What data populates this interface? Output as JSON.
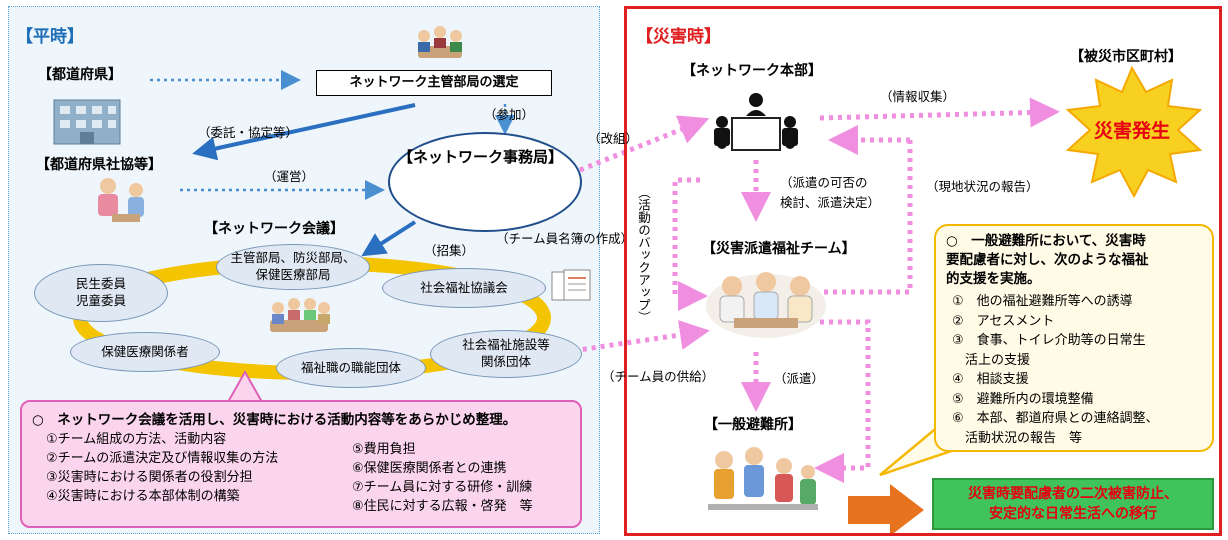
{
  "normal": {
    "title": "【平時】",
    "prefecture": "【都道府県】",
    "prefecture_council": "【都道府県社協等】",
    "selection_box": "ネットワーク主管部局の選定",
    "participation": "（参加）",
    "commission": "（委託・協定等）",
    "operation": "（運営）",
    "secretariat": "【ネットワーク事務局】",
    "network_meeting": "【ネットワーク会議】",
    "convene": "（招集）",
    "roster": "（チーム員名簿の作成）",
    "members": [
      {
        "line1": "民生委員",
        "line2": "児童委員"
      },
      {
        "line1": "主管部局、防災部局、",
        "line2": "保健医療部局"
      },
      {
        "line1": "社会福祉協議会",
        "line2": ""
      },
      {
        "line1": "保健医療関係者",
        "line2": ""
      },
      {
        "line1": "福祉職の職能団体",
        "line2": ""
      },
      {
        "line1": "社会福祉施設等",
        "line2": "関係団体"
      }
    ],
    "summary": {
      "heading": "○　ネットワーク会議を活用し、災害時における活動内容等をあらかじめ整理。",
      "left_items": [
        "①チーム組成の方法、活動内容",
        "②チームの派遣決定及び情報収集の方法",
        "③災害時における関係者の役割分担",
        "④災害時における本部体制の構築"
      ],
      "right_items": [
        "⑤費用負担",
        "⑥保健医療関係者との連携",
        "⑦チーム員に対する研修・訓練",
        "⑧住民に対する広報・啓発　等"
      ]
    }
  },
  "disaster": {
    "title": "【災害時】",
    "hq": "【ネットワーク本部】",
    "affected": "【被災市区町村】",
    "info_collection": "（情報収集）",
    "outbreak": "災害発生",
    "reorganize": "（改組）",
    "status_report": "（現地状況の報告）",
    "dispatch_decision_1": "（派遣の可否の",
    "dispatch_decision_2": "検討、派遣決定）",
    "backup": "（活動のバックアップ）",
    "team": "【災害派遣福祉チーム】",
    "member_supply": "（チーム員の供給）",
    "dispatch": "（派遣）",
    "shelter": "【一般避難所】",
    "support": {
      "heading_1": "○　一般避難所において、災害時",
      "heading_2": "要配慮者に対し、次のような福祉",
      "heading_3": "的支援を実施。",
      "items": [
        "①　他の福祉避難所等への誘導",
        "②　アセスメント",
        "③　食事、トイレ介助等の日常生",
        "　活上の支援",
        "④　相談支援",
        "⑤　避難所内の環境整備",
        "⑥　本部、都道府県との連絡調整、",
        "　活動状況の報告　等"
      ]
    },
    "result_1": "災害時要配慮者の二次被害防止、",
    "result_2": "安定的な日常生活への移行"
  },
  "colors": {
    "blue": "#1f6fb8",
    "red": "#e02020",
    "pink_arrow": "#f08ee0",
    "yellow": "#f5b800",
    "green": "#3fc35a",
    "orange": "#e8731e"
  }
}
